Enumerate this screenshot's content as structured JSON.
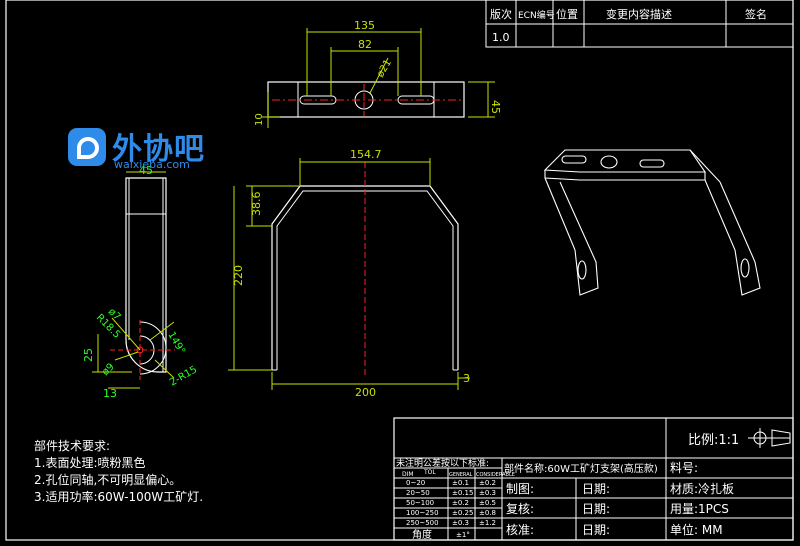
{
  "revision_table": {
    "headers": [
      "版次",
      "ECN编号",
      "位置",
      "变更内容描述",
      "签名"
    ],
    "row": [
      "1.0",
      "",
      "",
      "",
      ""
    ]
  },
  "dimensions": {
    "top_view": {
      "width_outer": "135",
      "width_inner": "82",
      "hole": "ø21",
      "height": "45",
      "thickness": "10"
    },
    "side_view": {
      "width": "45",
      "r_outer": "R18.5",
      "hole": "ø7",
      "angle": "149°",
      "r_small": "2-R15",
      "hole2": "ø9",
      "height": "25",
      "offset": "13"
    },
    "front_view": {
      "top_width": "154.7",
      "bend": "38.6",
      "height": "220",
      "bottom_width": "200",
      "thickness": "3"
    }
  },
  "watermark": {
    "title": "外协吧",
    "subtitle": "waixieba.com"
  },
  "requirements": {
    "title": "部件技术要求:",
    "items": [
      "1.表面处理:喷粉黑色",
      "2.孔位同轴,不可明显偏心。",
      "3.适用功率:60W-100W工矿灯."
    ]
  },
  "title_block": {
    "scale_label": "比例:1:1",
    "tolerance_title": "未注明公差按以下标准:",
    "tol_headers": [
      "DIM",
      "TOL",
      "GENERAL",
      "CONSIDERABLE"
    ],
    "tol_rows": [
      [
        "0~20",
        "±0.1",
        "±0.2"
      ],
      [
        "20~50",
        "±0.15",
        "±0.3"
      ],
      [
        "50~100",
        "±0.2",
        "±0.5"
      ],
      [
        "100~250",
        "±0.25",
        "±0.8"
      ],
      [
        "250~500",
        "±0.3",
        "±1.2"
      ]
    ],
    "angle_label": "角度",
    "angle_value": "±1°",
    "part_name": "部件名称:60W工矿灯支架(高压款)",
    "part_no": "料号:",
    "drawn": "制图:",
    "date1": "日期:",
    "material": "材质:冷扎板",
    "checked": "复核:",
    "date2": "日期:",
    "qty": "用量:1PCS",
    "approved": "核准:",
    "date3": "日期:",
    "unit": "单位: MM"
  },
  "colors": {
    "line": "#ffffff",
    "dim": "#c8e000",
    "center": "#ff2020",
    "dim_text": "#2aff2a",
    "watermark": "#2e8bea"
  }
}
